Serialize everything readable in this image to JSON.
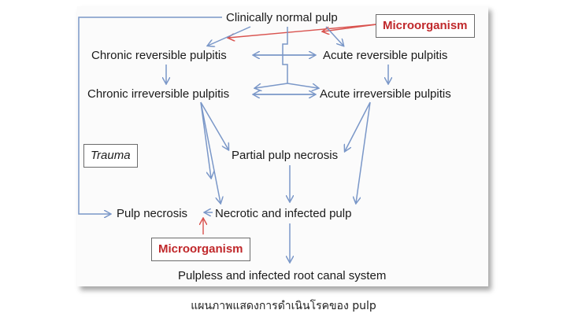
{
  "nodes": {
    "clinically_normal_pulp": "Clinically normal pulp",
    "chronic_reversible": "Chronic reversible pulpitis",
    "acute_reversible": "Acute reversible pulpitis",
    "chronic_irreversible": "Chronic irreversible pulpitis",
    "acute_irreversible": "Acute irreversible pulpitis",
    "partial_necrosis": "Partial pulp necrosis",
    "pulp_necrosis": "Pulp necrosis",
    "necrotic_infected": "Necrotic and infected pulp",
    "pulpless_root_canal": "Pulpless and infected root canal system"
  },
  "boxes": {
    "microorganism_top": "Microorganism",
    "microorganism_bottom": "Microorganism",
    "trauma": "Trauma"
  },
  "caption": "แผนภาพแสดงการดำเนินโรคของ pulp",
  "colors": {
    "arrow_blue": "#7a97c8",
    "arrow_red": "#d9534f",
    "microorganism_text": "#c0282b"
  }
}
